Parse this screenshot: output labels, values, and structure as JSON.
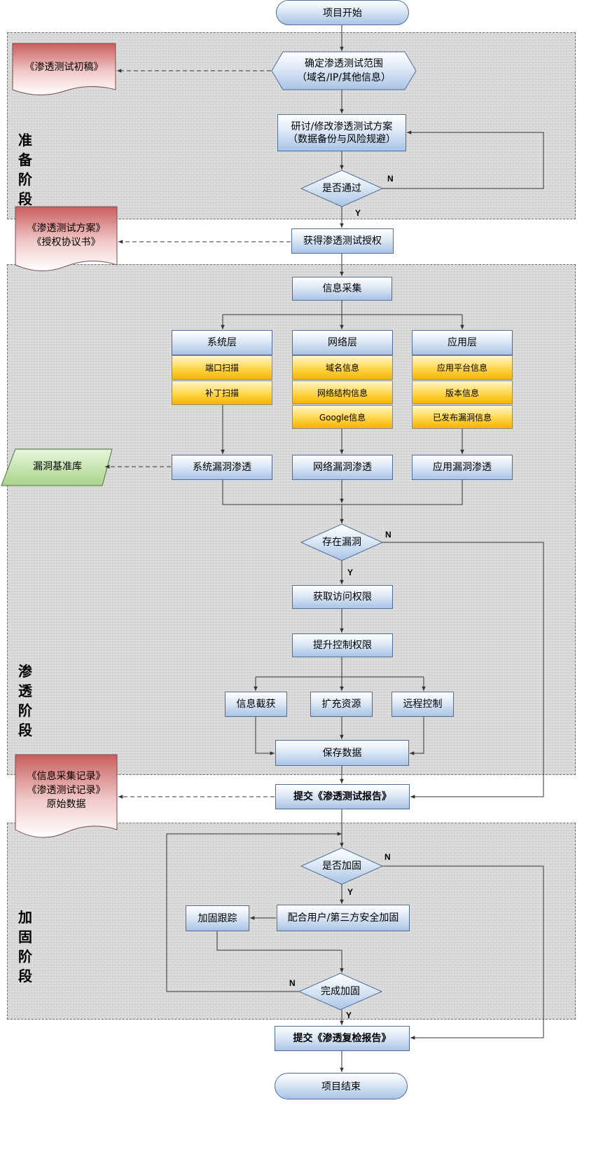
{
  "phases": {
    "prepare": "准备阶段",
    "penetrate": "渗透阶段",
    "harden": "加固阶段"
  },
  "nodes": {
    "start": "项目开始",
    "scope_line1": "确定渗透测试范围",
    "scope_line2": "（域名/IP/其他信息）",
    "plan_line1": "研讨/修改渗透测试方案",
    "plan_line2": "（数据备份与风险规避）",
    "approve": "是否通过",
    "authorize": "获得渗透测试授权",
    "collect": "信息采集",
    "layer_sys": "系统层",
    "layer_net": "网络层",
    "layer_app": "应用层",
    "sys_items": [
      "端口扫描",
      "补丁扫描"
    ],
    "net_items": [
      "域名信息",
      "网络结构信息",
      "Google信息"
    ],
    "app_items": [
      "应用平台信息",
      "版本信息",
      "已发布漏洞信息"
    ],
    "vuln_db": "漏洞基准库",
    "pen_sys": "系统漏洞渗透",
    "pen_net": "网络漏洞渗透",
    "pen_app": "应用漏洞渗透",
    "has_vuln": "存在漏洞",
    "get_access": "获取访问权限",
    "escalate": "提升控制权限",
    "intercept": "信息截获",
    "expand": "扩充资源",
    "remote": "远程控制",
    "save": "保存数据",
    "submit_report": "提交《渗透测试报告》",
    "need_harden": "是否加固",
    "cooperate": "配合用户/第三方安全加固",
    "track": "加固跟踪",
    "done_harden": "完成加固",
    "submit_recheck": "提交《渗透复检报告》",
    "end": "项目结束"
  },
  "documents": {
    "draft": [
      "《渗透测试初稿》"
    ],
    "plan_docs": [
      "《渗透测试方案》",
      "《授权协议书》"
    ],
    "records": [
      "《信息采集记录》",
      "《渗透测试记录》",
      "原始数据"
    ]
  },
  "decision_labels": {
    "yes": "Y",
    "no": "N"
  },
  "colors": {
    "box_border": "#4e6e95",
    "box_gradient_bottom": "#a9c4e6",
    "yellow_item": "#ffd64a",
    "document_fill": "#d98282",
    "database_fill": "#b5dc9a",
    "zone_fill": "#dcdcdc"
  }
}
